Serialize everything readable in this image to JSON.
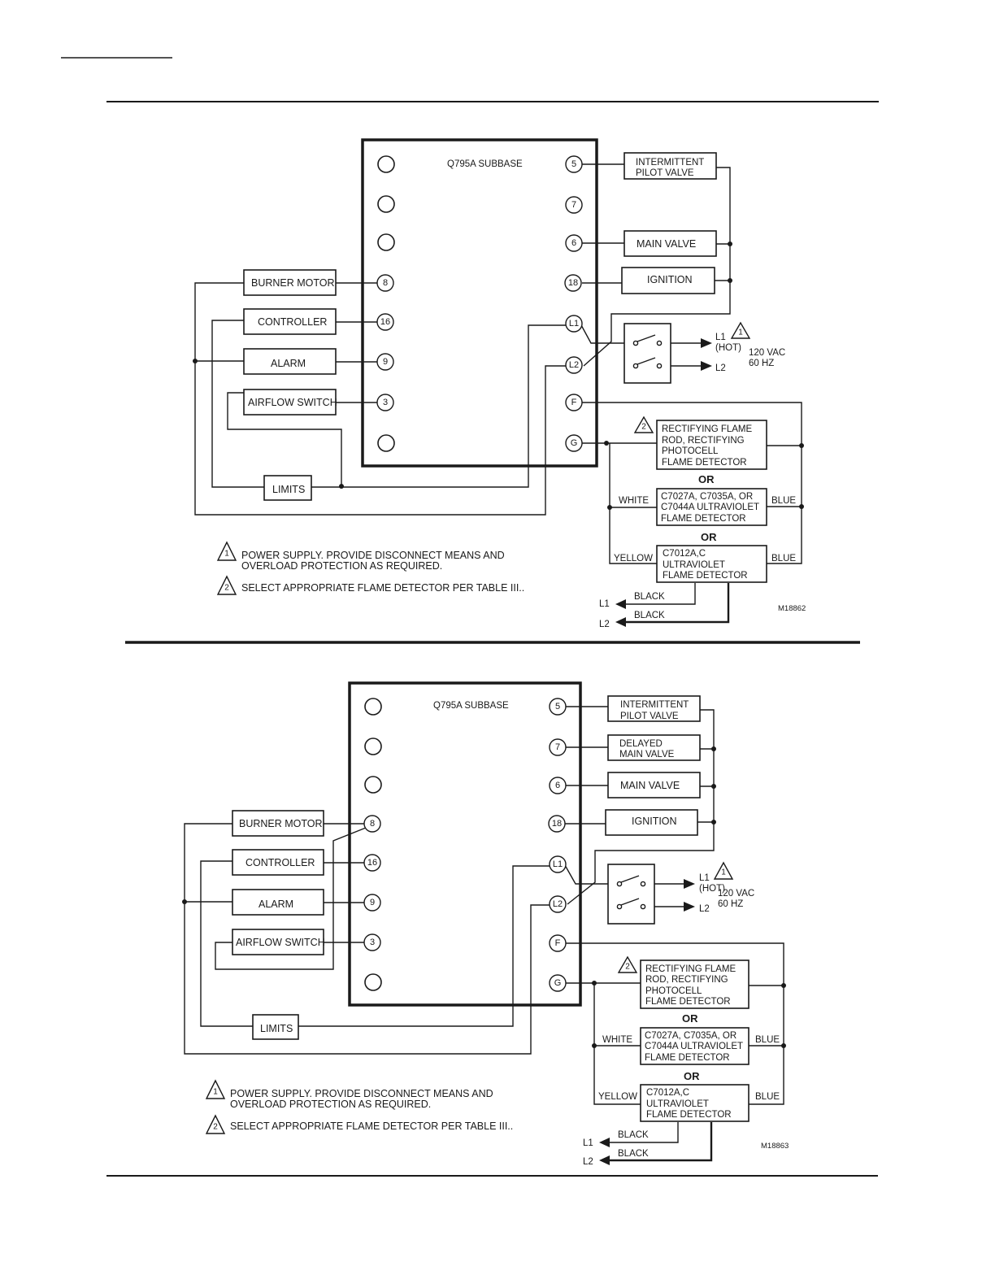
{
  "diagrams": [
    {
      "subbase_title": "Q795A SUBBASE",
      "terminals": {
        "t5": "5",
        "t7": "7",
        "t6": "6",
        "t18": "18",
        "t8": "8",
        "t16": "16",
        "t9": "9",
        "t3": "3",
        "l1": "L1",
        "l2": "L2",
        "f": "F",
        "g": "G"
      },
      "loads": {
        "pilot_l1": "INTERMITTENT",
        "pilot_l2": "PILOT VALVE",
        "main": "MAIN VALVE",
        "ignition": "IGNITION",
        "burner": "BURNER MOTOR",
        "controller": "CONTROLLER",
        "alarm": "ALARM",
        "airflow": "AIRFLOW SWITCH",
        "limits": "LIMITS"
      },
      "power": {
        "l1": "L1",
        "hot": "(HOT)",
        "vac": "120 VAC",
        "hz": "60 HZ",
        "l2": "L2"
      },
      "detectors": {
        "rect": [
          "RECTIFYING FLAME",
          "ROD, RECTIFYING",
          "PHOTOCELL",
          "FLAME DETECTOR"
        ],
        "or1": "OR",
        "uv1": [
          "C7027A, C7035A, OR",
          "C7044A ULTRAVIOLET",
          "FLAME DETECTOR"
        ],
        "white": "WHITE",
        "blue1": "BLUE",
        "or2": "OR",
        "uv2": [
          "C7012A,C",
          "ULTRAVIOLET",
          "FLAME DETECTOR"
        ],
        "yellow": "YELLOW",
        "blue2": "BLUE",
        "black1": "BLACK",
        "black2": "BLACK",
        "out_l1": "L1",
        "out_l2": "L2"
      },
      "notes": {
        "n1_mark": "1",
        "n1_l1": "POWER SUPPLY. PROVIDE DISCONNECT MEANS AND",
        "n1_l2": "OVERLOAD PROTECTION AS REQUIRED.",
        "n2_mark": "2",
        "n2": "SELECT APPROPRIATE FLAME DETECTOR PER TABLE III.."
      },
      "figure_id": "M18862"
    },
    {
      "subbase_title": "Q795A SUBBASE",
      "terminals": {
        "t5": "5",
        "t7": "7",
        "t6": "6",
        "t18": "18",
        "t8": "8",
        "t16": "16",
        "t9": "9",
        "t3": "3",
        "l1": "L1",
        "l2": "L2",
        "f": "F",
        "g": "G"
      },
      "loads": {
        "pilot_l1": "INTERMITTENT",
        "pilot_l2": "PILOT VALVE",
        "delayed_l1": "DELAYED",
        "delayed_l2": "MAIN VALVE",
        "main": "MAIN VALVE",
        "ignition": "IGNITION",
        "burner": "BURNER MOTOR",
        "controller": "CONTROLLER",
        "alarm": "ALARM",
        "airflow": "AIRFLOW SWITCH",
        "limits": "LIMITS"
      },
      "power": {
        "l1": "L1",
        "hot": "(HOT)",
        "vac": "120 VAC",
        "hz": "60 HZ",
        "l2": "L2"
      },
      "detectors": {
        "rect": [
          "RECTIFYING FLAME",
          "ROD, RECTIFYING",
          "PHOTOCELL",
          "FLAME DETECTOR"
        ],
        "or1": "OR",
        "uv1": [
          "C7027A, C7035A, OR",
          "C7044A ULTRAVIOLET",
          "FLAME DETECTOR"
        ],
        "white": "WHITE",
        "blue1": "BLUE",
        "or2": "OR",
        "uv2": [
          "C7012A,C",
          "ULTRAVIOLET",
          "FLAME DETECTOR"
        ],
        "yellow": "YELLOW",
        "blue2": "BLUE",
        "black1": "BLACK",
        "black2": "BLACK",
        "out_l1": "L1",
        "out_l2": "L2"
      },
      "notes": {
        "n1_mark": "1",
        "n1_l1": "POWER SUPPLY. PROVIDE DISCONNECT MEANS AND",
        "n1_l2": "OVERLOAD PROTECTION AS REQUIRED.",
        "n2_mark": "2",
        "n2": "SELECT APPROPRIATE FLAME DETECTOR PER TABLE III..",
        "n1_mark_b": "1",
        "n2_mark_b": "2"
      },
      "figure_id": "M18863"
    }
  ]
}
